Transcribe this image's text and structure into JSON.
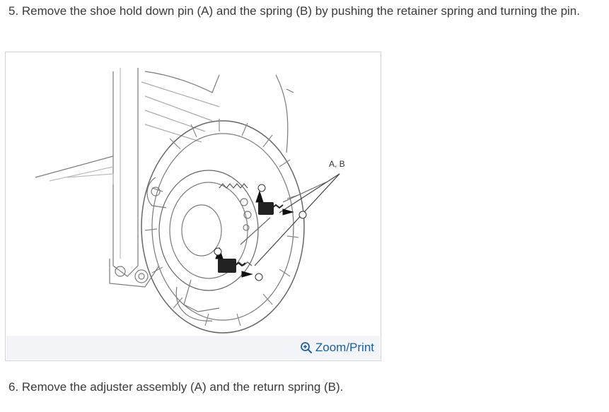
{
  "steps": {
    "step5": "5. Remove the shoe hold down pin (A) and the spring (B) by pushing the retainer spring and turning the pin.",
    "step6": "6. Remove the adjuster assembly (A) and the return spring (B)."
  },
  "figure": {
    "callout_label": "A, B",
    "zoom_label": "Zoom/Print",
    "zoom_icon": "zoom-in-icon",
    "link_color": "#1a5fa8"
  }
}
